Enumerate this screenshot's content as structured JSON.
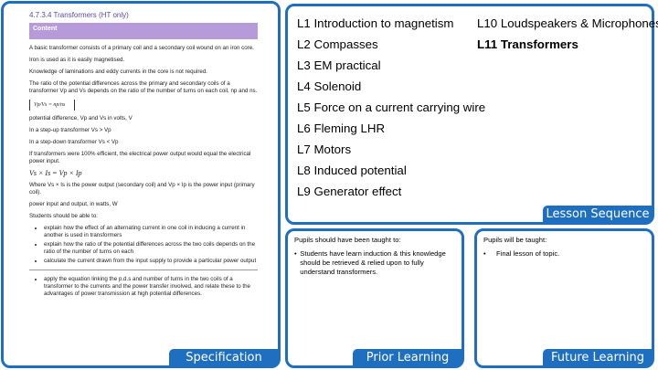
{
  "specification": {
    "label": "Specification",
    "doc": {
      "title": "4.7.3.4 Transformers (HT only)",
      "content_header": "Content",
      "p1": "A basic transformer consists of a primary coil and a secondary coil wound on an iron core.",
      "p2": "Iron is used as it is easily magnetised.",
      "p3": "Knowledge of laminations and eddy currents in the core is not required.",
      "p4": "The ratio of the potential differences across the primary and secondary coils of a transformer Vp and Vs depends on the ratio of the number of turns on each coil, np and ns.",
      "eq1": "Vp/Vs = np/ns",
      "p5": "potential difference, Vp and Vs in volts, V",
      "p6": "In a step-up transformer Vs > Vp",
      "p7": "In a step-down transformer Vs < Vp",
      "p8": "If transformers were 100% efficient, the electrical power output would equal the electrical power input.",
      "eq2": "Vs × Is = Vp × Ip",
      "p9": "Where Vs × Is is the power output (secondary coil) and Vp × Ip is the power input (primary coil).",
      "p10": "power input and output, in watts, W",
      "p11": "Students should be able to:",
      "bullets": [
        "explain how the effect of an alternating current in one coil in inducing a current in another is used in transformers",
        "explain how the ratio of the potential differences across the two coils depends on the ratio of the number of turns on each",
        "calculate the current drawn from the input supply to provide a particular power output"
      ],
      "bullet_last": "apply the equation linking the p.d.s and number of turns in the two coils of a transformer to the currents and the power transfer involved, and relate these to the advantages of power transmission at high potential differences."
    }
  },
  "lesson_sequence": {
    "label": "Lesson Sequence",
    "col1": [
      "L1 Introduction to magnetism",
      "L2 Compasses",
      "L3 EM practical",
      "L4 Solenoid",
      "L5 Force on a current carrying wire",
      "L6 Fleming LHR",
      "L7 Motors",
      "L8 Induced potential",
      "L9 Generator effect"
    ],
    "col2": [
      "L10 Loudspeakers & Microphones",
      "L11 Transformers"
    ]
  },
  "prior_learning": {
    "label": "Prior Learning",
    "heading": "Pupils should have been taught to:",
    "items": [
      "Students have learn induction & this knowledge should be retrieved & relied upon to fully understand transformers."
    ]
  },
  "future_learning": {
    "label": "Future Learning",
    "heading": "Pupils will be taught:",
    "items": [
      "Final lesson of topic."
    ]
  },
  "colors": {
    "accent": "#1f6fc1",
    "content_header": "#b69ad9",
    "spec_title": "#5a4aa6"
  }
}
